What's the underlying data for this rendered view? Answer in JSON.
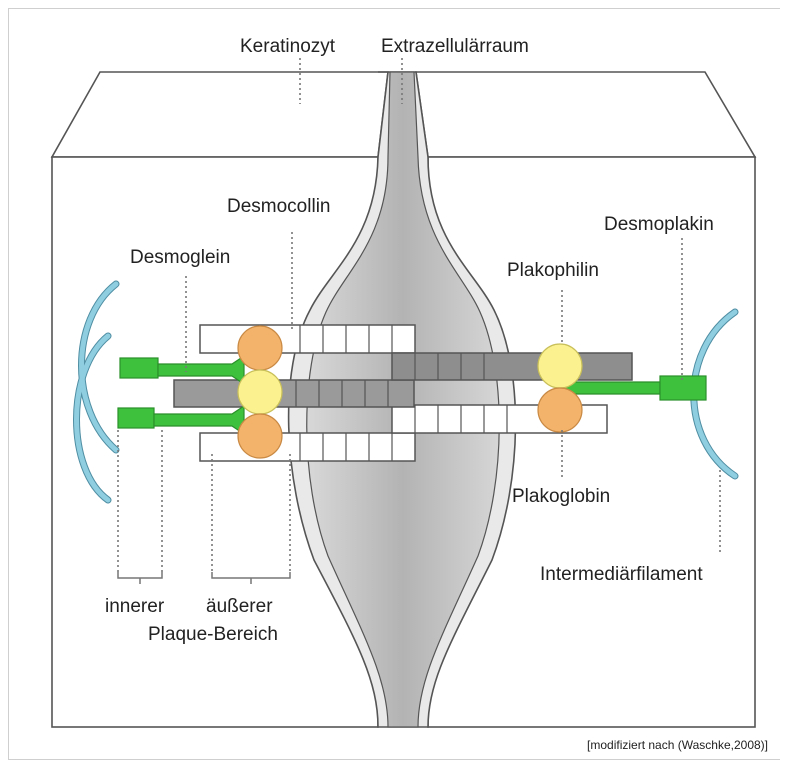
{
  "labels": {
    "keratinozyt": "Keratinozyt",
    "extrazellularraum": "Extrazellulärraum",
    "desmocollin": "Desmocollin",
    "desmoplakin": "Desmoplakin",
    "desmoglein": "Desmoglein",
    "plakophilin": "Plakophilin",
    "plakoglobin": "Plakoglobin",
    "intermediarfilament": "Intermediärfilament",
    "innerer": "innerer",
    "ausserer": "äußerer",
    "plaque_bereich": "Plaque-Bereich"
  },
  "source_note": "[modifiziert nach (Waschke,2008)]",
  "colors": {
    "extracellular": "#b9b9b9",
    "plakophilin": "#fbf28f",
    "plakoglobin": "#f4b36a",
    "desmoplakin": "#3ec23e",
    "filament": "#8fcde0",
    "cadherin_dark": "#8e8e8e"
  }
}
